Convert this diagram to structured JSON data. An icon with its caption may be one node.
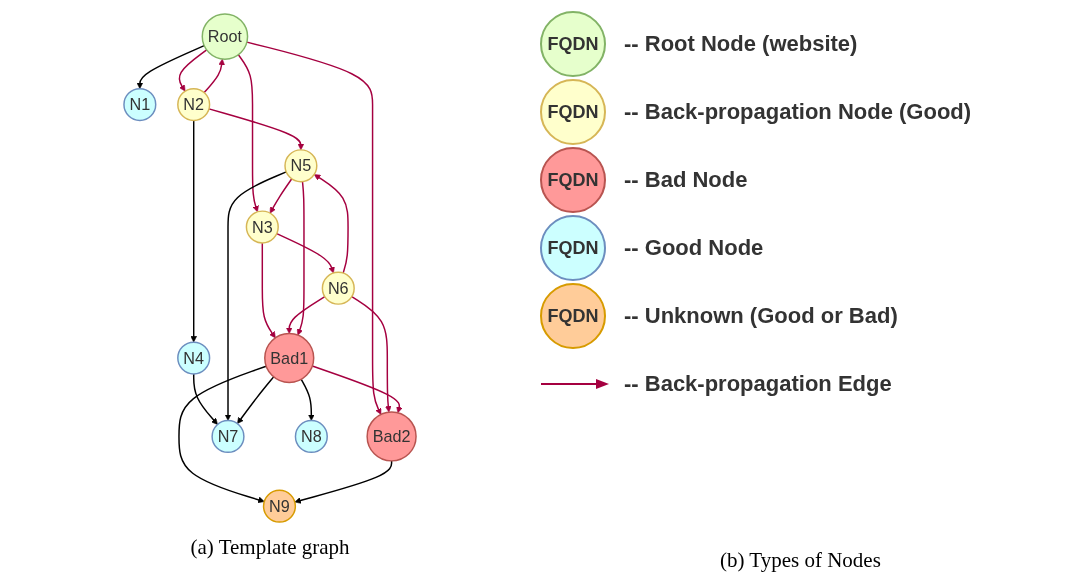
{
  "diagram": {
    "nodes": [
      {
        "text": [
          "Root"
        ]
      },
      {
        "text": [
          "N1"
        ]
      },
      {
        "text": [
          "N2"
        ]
      },
      {
        "text": [
          "N3"
        ]
      },
      {
        "text": [
          "N4"
        ]
      },
      {
        "text": [
          "N6"
        ]
      },
      {
        "text": [
          "N5"
        ]
      },
      {
        "text": [
          "Bad1"
        ]
      },
      {
        "text": [
          "Bad2"
        ]
      },
      {
        "text": [
          "N7"
        ]
      },
      {
        "text": [
          "N8"
        ]
      },
      {
        "text": [
          "N9"
        ]
      }
    ],
    "edges": [
      {
        "from": 0,
        "to": 1,
        "arrow": "to",
        "color": "#000000"
      },
      {
        "from": 0,
        "to": 2,
        "arrow": "to"
      },
      {
        "from": 0,
        "to": 3,
        "arrow": "to"
      },
      {
        "from": 0,
        "to": 8,
        "arrow": "to"
      },
      {
        "from": 2,
        "to": 0,
        "arrow": "to"
      },
      {
        "from": 2,
        "to": 4,
        "arrow": "to",
        "color": "#000000"
      },
      {
        "from": 2,
        "to": 6,
        "arrow": "to"
      },
      {
        "from": 3,
        "to": 7,
        "arrow": "to"
      },
      {
        "from": 3,
        "to": 5,
        "arrow": "to"
      },
      {
        "from": 6,
        "to": 3,
        "arrow": "to"
      },
      {
        "from": 5,
        "to": 6,
        "arrow": "to"
      },
      {
        "from": 5,
        "to": 7,
        "arrow": "to"
      },
      {
        "from": 5,
        "to": 8,
        "arrow": "to"
      },
      {
        "from": 4,
        "to": 9,
        "arrow": "to",
        "color": "#000000"
      },
      {
        "from": 6,
        "to": 9,
        "arrow": "to",
        "color": "#000000"
      },
      {
        "from": 6,
        "to": 7,
        "arrow": "to"
      },
      {
        "from": 7,
        "to": 9,
        "arrow": "to",
        "color": "#000000"
      },
      {
        "from": 7,
        "to": 8,
        "arrow": "to"
      },
      {
        "from": 7,
        "to": 10,
        "arrow": "to",
        "color": "#000000"
      },
      {
        "from": 7,
        "to": 11,
        "arrow": "to",
        "color": "#000000"
      },
      {
        "from": 8,
        "to": 11,
        "arrow": "to",
        "color": "#000000"
      }
    ],
    "labels": [
      "FQDN",
      "FQDN",
      "FQDN",
      "FQDN",
      "FQDN",
      "(a) Template graph",
      "(b) Types of Nodes"
    ],
    "legend": [
      {
        "text": "-- Root Node (website)",
        "color": "#e6ffcc"
      },
      {
        "text": "-- Back-propagation Node (Good)",
        "color": "#ffffcc"
      },
      {
        "text": "-- Bad Node",
        "color": "#ff9999"
      },
      {
        "text": "-- Good Node",
        "color": "#ccffff"
      },
      {
        "text": "-- Unknown (Good or Bad)",
        "color": "#ffcc99"
      },
      {
        "text": "-- Back-propagation Edge"
      }
    ]
  }
}
